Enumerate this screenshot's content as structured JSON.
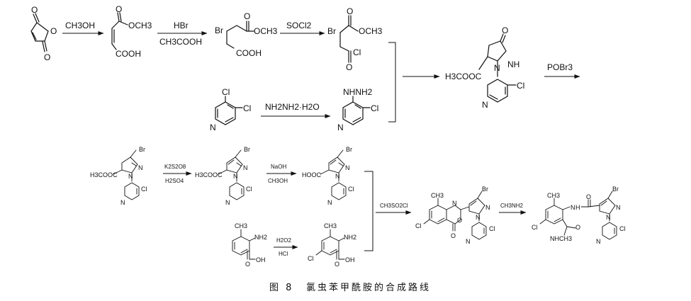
{
  "reagents": {
    "r1": "CH3OH",
    "r2_top": "HBr",
    "r2_bottom": "CH3COOH",
    "r3": "SOCl2",
    "r4": "NH2NH2·H2O",
    "r5": "POBr3",
    "r6_top": "K2S2O8",
    "r6_bottom": "H2SO4",
    "r7_top": "NaOH",
    "r7_bottom": "CH3OH",
    "r8_top": "H2O2",
    "r8_bottom": "HCl",
    "r9": "CH3SO2Cl",
    "r10": "CH3NH2"
  },
  "labels": {
    "O": "O",
    "OCH3": "OCH3",
    "COOH": "COOH",
    "Br": "Br",
    "Cl": "Cl",
    "N": "N",
    "NH": "NH",
    "NHNH2": "NHNH2",
    "H3COOC": "H3COOC",
    "HOOC": "HOOC",
    "CH3": "CH3",
    "NH2": "NH2",
    "OH": "OH",
    "NHCH3": "NHCH3",
    "HN": "H"
  },
  "caption": {
    "figure": "图 8",
    "title": "氯虫苯甲酰胺的合成路线"
  }
}
